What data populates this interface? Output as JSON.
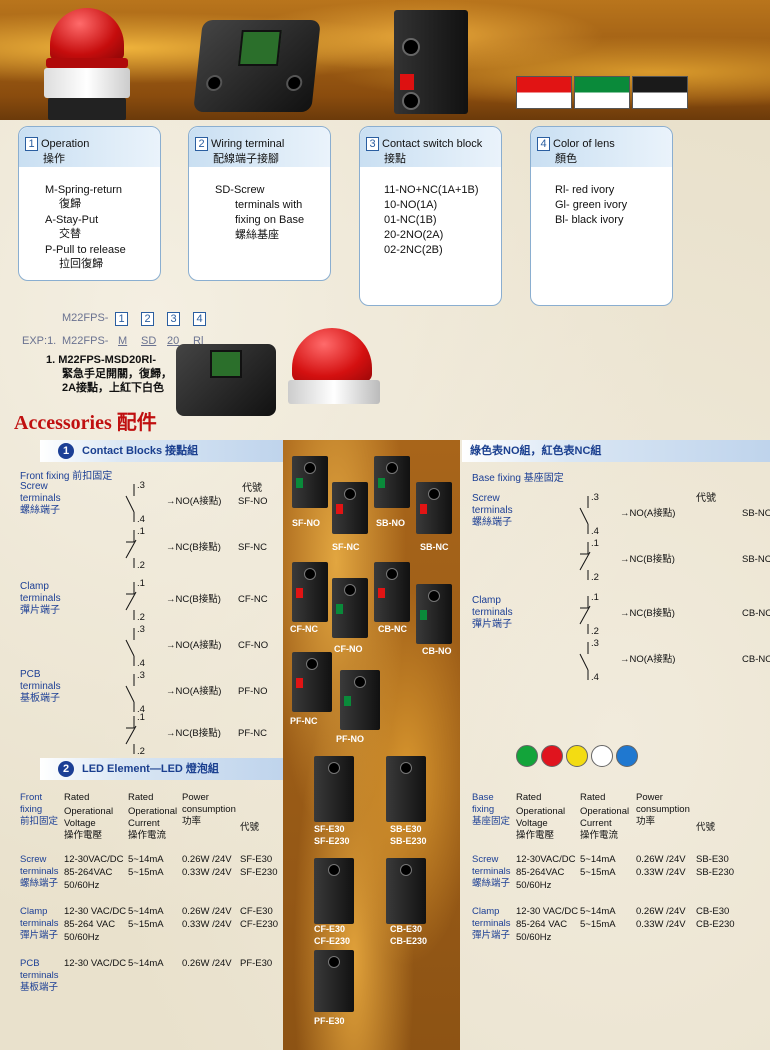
{
  "section1": {
    "header": "Operation",
    "header_zh": "操作",
    "lines": [
      "M-Spring-return",
      "復歸",
      "A-Stay-Put",
      "交替",
      "P-Pull to release",
      "拉回復歸"
    ]
  },
  "section2": {
    "header": "Wiring terminal",
    "header_zh": "配線端子接腳",
    "lines": [
      "SD-Screw",
      "terminals with",
      "fixing on Base",
      "螺絲基座"
    ]
  },
  "section3": {
    "header": "Contact switch block",
    "header_zh": "接點",
    "lines": [
      "11-NO+NC(1A+1B)",
      "10-NO(1A)",
      "01-NC(1B)",
      "20-2NO(2A)",
      "02-2NC(2B)"
    ]
  },
  "section4": {
    "header": "Color of lens",
    "header_zh": "顏色",
    "lines": [
      "Rl- red ivory",
      "Gl- green ivory",
      "Bl- black ivory"
    ]
  },
  "nums": [
    "1",
    "2",
    "3",
    "4"
  ],
  "colors": {
    "red": "#e11414",
    "green": "#0a8a3a",
    "black": "#1a1a1a",
    "accent": "#1c3f95",
    "title": "#c01010"
  },
  "code": {
    "prefix": "M22FPS-",
    "exp_prefix": "EXP:1.",
    "exp_model": "M22FPS-",
    "parts": [
      "M",
      "SD",
      "20",
      "Rl"
    ],
    "example_lines": [
      "1.  M22FPS-MSD20Rl-",
      "緊急手足開關，復歸，",
      "2A接點，上紅下白色"
    ]
  },
  "accessories": {
    "title": "Accessories",
    "title_zh": "配件"
  },
  "contact": {
    "bar": "Contact Blocks 接點組",
    "right_bar": "綠色表NO組，紅色表NC組",
    "front_fixing": "Front fixing  前扣固定",
    "base_fixing": "Base fixing  基座固定",
    "code_head": "代號",
    "groups_left": [
      "Screw",
      "terminals",
      "螺絲端子",
      "Clamp",
      "terminals",
      "彈片端子",
      "PCB",
      "terminals",
      "基板端子"
    ],
    "groups_right": [
      "Screw",
      "terminals",
      "螺絲端子",
      "Clamp",
      "terminals",
      "彈片端子"
    ],
    "rows_left": [
      {
        "type": "→NO(A接點)",
        "code": "SF-NO",
        "t1": ".3",
        "t2": ".4"
      },
      {
        "type": "→NC(B接點)",
        "code": "SF-NC",
        "t1": ".1",
        "t2": ".2"
      },
      {
        "type": "→NC(B接點)",
        "code": "CF-NC",
        "t1": ".1",
        "t2": ".2"
      },
      {
        "type": "→NO(A接點)",
        "code": "CF-NO",
        "t1": ".3",
        "t2": ".4"
      },
      {
        "type": "→NO(A接點)",
        "code": "PF-NO",
        "t1": ".3",
        "t2": ".4"
      },
      {
        "type": "→NC(B接點)",
        "code": "PF-NC",
        "t1": ".1",
        "t2": ".2"
      }
    ],
    "rows_right": [
      {
        "type": "→NO(A接點)",
        "code": "SB-NO",
        "t1": ".3",
        "t2": ".4"
      },
      {
        "type": "→NC(B接點)",
        "code": "SB-NC",
        "t1": ".1",
        "t2": ".2"
      },
      {
        "type": "→NC(B接點)",
        "code": "CB-NC",
        "t1": ".1",
        "t2": ".2"
      },
      {
        "type": "→NO(A接點)",
        "code": "CB-NO",
        "t1": ".3",
        "t2": ".4"
      }
    ]
  },
  "modules": [
    "SF-NO",
    "SB-NO",
    "SF-NC",
    "SB-NC",
    "CF-NC",
    "CB-NC",
    "CF-NO",
    "CB-NO",
    "PF-NC",
    "PF-NO",
    "SF-E30",
    "SF-E230",
    "SB-E30",
    "SB-E230",
    "CF-E30",
    "CF-E230",
    "CB-E30",
    "CB-E230",
    "PF-E30"
  ],
  "led": {
    "bar": "LED Element—LED 燈泡組",
    "front_fixing": [
      "Front",
      "fixing",
      "前扣固定"
    ],
    "base_fixing": [
      "Base",
      "fixing",
      "基座固定"
    ],
    "h_voltage": [
      "Rated",
      "Operational",
      "Voltage",
      "操作電壓"
    ],
    "h_current": [
      "Rated",
      "Operational",
      "Current",
      "操作電流"
    ],
    "h_power": [
      "Power",
      "consumption",
      "功率"
    ],
    "h_code": "代號",
    "rows_left": [
      {
        "group": [
          "Screw",
          "terminals",
          "螺絲端子"
        ],
        "voltage": [
          "12-30VAC/DC",
          "85-264VAC",
          "50/60Hz"
        ],
        "current": [
          "5~14mA",
          "5~15mA"
        ],
        "power": [
          "0.26W /24V",
          "0.33W /24V"
        ],
        "code": [
          "SF-E30",
          "SF-E230"
        ]
      },
      {
        "group": [
          "Clamp",
          "terminals",
          "彈片端子"
        ],
        "voltage": [
          "12-30 VAC/DC",
          "85-264 VAC",
          "50/60Hz"
        ],
        "current": [
          "5~14mA",
          "5~15mA"
        ],
        "power": [
          "0.26W /24V",
          "0.33W /24V"
        ],
        "code": [
          "CF-E30",
          "CF-E230"
        ]
      },
      {
        "group": [
          "PCB",
          "terminals",
          "基板端子"
        ],
        "voltage": [
          "12-30 VAC/DC"
        ],
        "current": [
          "5~14mA"
        ],
        "power": [
          "0.26W /24V"
        ],
        "code": [
          "PF-E30"
        ]
      }
    ],
    "rows_right": [
      {
        "group": [
          "Screw",
          "terminals",
          "螺絲端子"
        ],
        "voltage": [
          "12-30VAC/DC",
          "85-264VAC",
          "50/60Hz"
        ],
        "current": [
          "5~14mA",
          "5~15mA"
        ],
        "power": [
          "0.26W /24V",
          "0.33W /24V"
        ],
        "code": [
          "SB-E30",
          "SB-E230"
        ]
      },
      {
        "group": [
          "Clamp",
          "terminals",
          "彈片端子"
        ],
        "voltage": [
          "12-30 VAC/DC",
          "85-264 VAC",
          "50/60Hz"
        ],
        "current": [
          "5~14mA",
          "5~15mA"
        ],
        "power": [
          "0.26W /24V",
          "0.33W /24V"
        ],
        "code": [
          "CB-E30",
          "CB-E230"
        ]
      }
    ]
  },
  "led_colors": [
    "#13a43a",
    "#e0141e",
    "#f3dc12",
    "#ffffff",
    "#1f78d0"
  ]
}
